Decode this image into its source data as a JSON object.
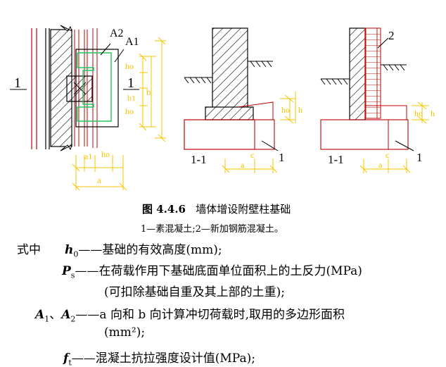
{
  "figure": {
    "labels": {
      "sec_1_left": "1",
      "sec_1_right": "1",
      "a2": "A2",
      "a1": "A1",
      "ho": "ho",
      "b": "b",
      "b1": "b1",
      "a1_dim": "a1",
      "a": "a",
      "c": "c",
      "h": "h",
      "n2": "2",
      "n1": "1",
      "section": "1-1"
    },
    "colors": {
      "dim": "#f5c400",
      "green": "#22c55e",
      "red": "#c00000"
    }
  },
  "caption": {
    "number": "图 4.4.6",
    "title": "墙体增设附壁柱基础",
    "legend": "1—素混凝土;2—新加钢筋混凝土。"
  },
  "definitions": {
    "intro": "式中",
    "items": [
      {
        "symbol": "h",
        "sub": "0",
        "dash": "——",
        "lines": [
          "基础的有效高度(mm);"
        ]
      },
      {
        "symbol": "P",
        "sub": "s",
        "dash": "——",
        "lines": [
          "在荷载作用下基础底面单位面积上的土反力(MPa)",
          "(可扣除基础自重及其上部的土重);"
        ]
      },
      {
        "symbol": "A",
        "sub": "1",
        "symbol2": "A",
        "sub2": "2",
        "dash": "——",
        "lines": [
          "a 向和 b 向计算冲切荷载时,取用的多边形面积",
          "(mm²);"
        ]
      },
      {
        "symbol": "f",
        "sub": "t",
        "dash": "——",
        "lines": [
          "混凝土抗拉强度设计值(MPa);"
        ]
      }
    ]
  }
}
